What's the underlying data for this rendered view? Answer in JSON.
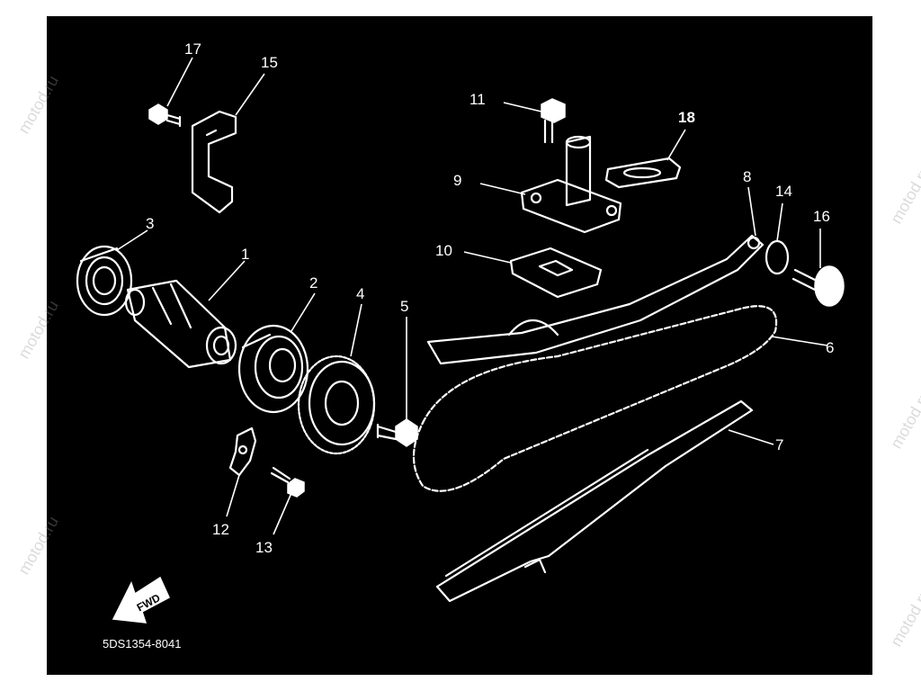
{
  "diagram": {
    "background_color": "#000000",
    "line_color": "#ffffff",
    "drawing_code": "5DS1354-8041",
    "fwd_label": "FWD",
    "watermark_text": "motod.ru",
    "callouts": [
      {
        "id": "1",
        "label": "1"
      },
      {
        "id": "2",
        "label": "2"
      },
      {
        "id": "3",
        "label": "3"
      },
      {
        "id": "4",
        "label": "4"
      },
      {
        "id": "5",
        "label": "5"
      },
      {
        "id": "6",
        "label": "6"
      },
      {
        "id": "7",
        "label": "7"
      },
      {
        "id": "8",
        "label": "8"
      },
      {
        "id": "9",
        "label": "9"
      },
      {
        "id": "10",
        "label": "10"
      },
      {
        "id": "11",
        "label": "11"
      },
      {
        "id": "12",
        "label": "12"
      },
      {
        "id": "13",
        "label": "13"
      },
      {
        "id": "14",
        "label": "14"
      },
      {
        "id": "15",
        "label": "15"
      },
      {
        "id": "16",
        "label": "16"
      },
      {
        "id": "17",
        "label": "17"
      },
      {
        "id": "18",
        "label": "18"
      }
    ]
  }
}
